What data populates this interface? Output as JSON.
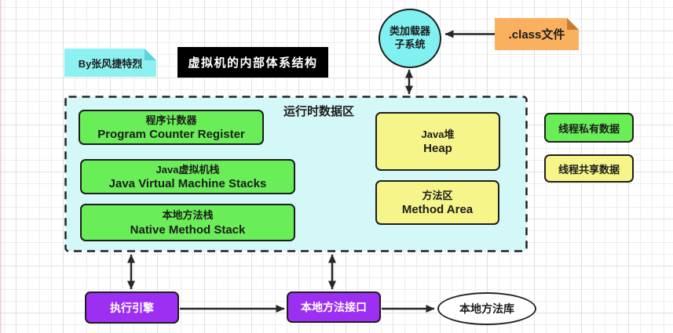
{
  "author_badge": {
    "label": "By张风捷特烈"
  },
  "title": {
    "label": "虚拟机的内部体系结构"
  },
  "class_loader": {
    "line1": "类加载器",
    "line2": "子系统"
  },
  "class_file": {
    "label": ".class文件"
  },
  "runtime_data_area": {
    "label": "运行时数据区",
    "thread_private_boxes": [
      {
        "zh": "程序计数器",
        "en": "Program Counter Register"
      },
      {
        "zh": "Java虚拟机栈",
        "en": "Java Virtual Machine Stacks"
      },
      {
        "zh": "本地方法栈",
        "en": "Native Method Stack"
      }
    ],
    "thread_shared_boxes": [
      {
        "zh": "Java堆",
        "en": "Heap"
      },
      {
        "zh": "方法区",
        "en": "Method Area"
      }
    ]
  },
  "legend": {
    "thread_private": {
      "label": "线程私有数据",
      "color": "#69ee58"
    },
    "thread_shared": {
      "label": "线程共享数据",
      "color": "#f6f58a"
    }
  },
  "engine_row": {
    "execution_engine": "执行引擎",
    "native_method_interface": "本地方法接口",
    "native_method_library": "本地方法库"
  },
  "colors": {
    "node_green": "#69ee58",
    "node_yellow": "#f6f58a",
    "node_purple": "#9c2ff2",
    "node_cyan": "#80f0f0",
    "panel_fill": "#d4f7f7",
    "note_cyan": "#8ef1f1",
    "note_orange": "#f9b05f",
    "stroke": "#262626"
  }
}
